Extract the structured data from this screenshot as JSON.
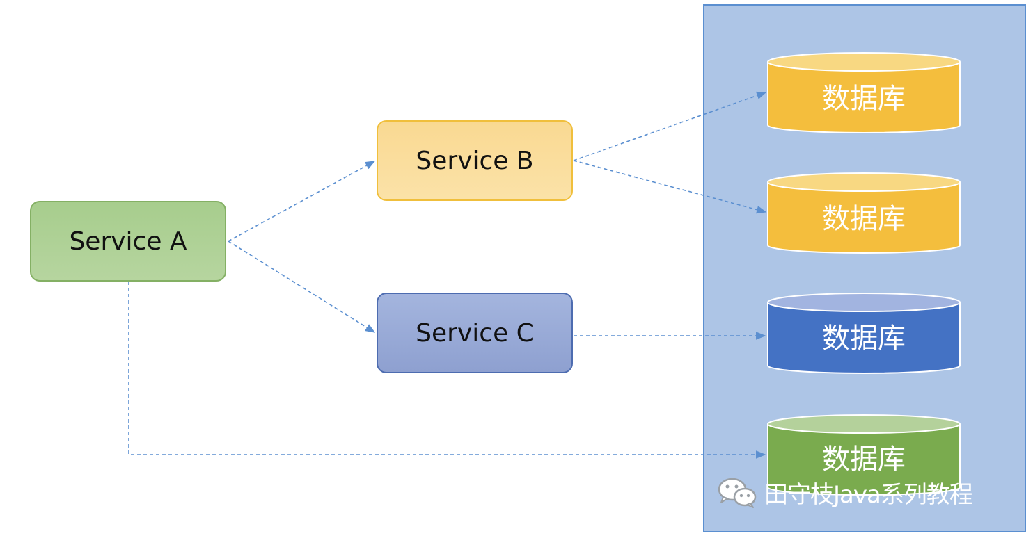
{
  "services": {
    "a": {
      "label": "Service A"
    },
    "b": {
      "label": "Service B"
    },
    "c": {
      "label": "Service C"
    }
  },
  "databases": [
    {
      "label": "数据库",
      "color": "#f4be3d"
    },
    {
      "label": "数据库",
      "color": "#f4be3d"
    },
    {
      "label": "数据库",
      "color": "#4472c4"
    },
    {
      "label": "数据库",
      "color": "#7aab4e"
    }
  ],
  "watermark": {
    "text": "田守枝Java系列教程",
    "icon": "wechat-icon"
  },
  "colors": {
    "panel": "#adc5e6",
    "panel_border": "#5b8fd0",
    "arrow": "#5b8fd0",
    "service_a": "#b0d398",
    "service_b": "#f9dc9c",
    "service_c": "#98a9d6"
  }
}
